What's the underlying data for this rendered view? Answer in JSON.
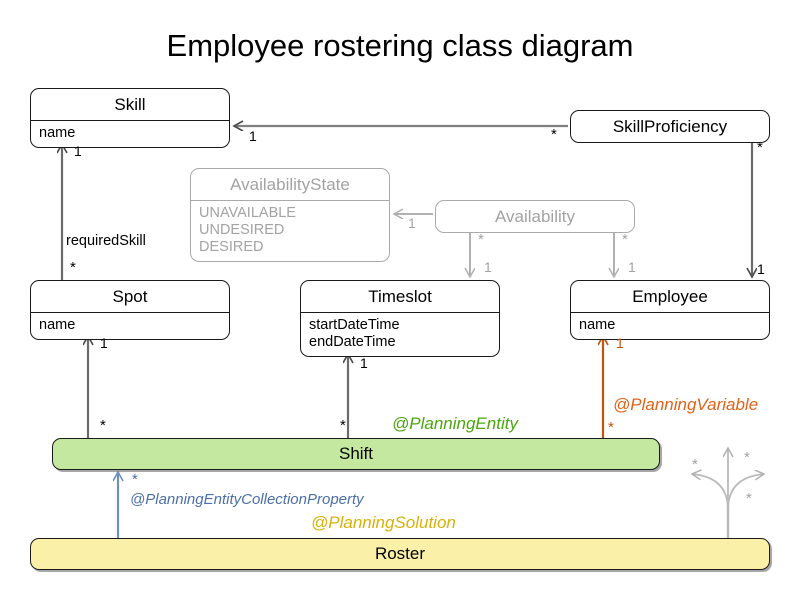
{
  "title": "Employee rostering class diagram",
  "colors": {
    "entity_fill": "#c5e8a0",
    "solution_fill": "#fbf0a8",
    "entity_annotation": "#4ba70f",
    "variable_annotation": "#e2631a",
    "collection_annotation": "#4a6fa8",
    "solution_annotation": "#d9b108",
    "muted_stroke": "#a3a3a3",
    "default_stroke": "#1a1a1a",
    "edge_gray": "#808080",
    "edge_orange": "#c0560f",
    "edge_blue": "#6d8fbf"
  },
  "classes": {
    "skill": {
      "name": "Skill",
      "attributes": [
        "name"
      ]
    },
    "skill_proficiency": {
      "name": "SkillProficiency",
      "attributes": []
    },
    "availability_state": {
      "name": "AvailabilityState",
      "attributes": [
        "UNAVAILABLE",
        "UNDESIRED",
        "DESIRED"
      ]
    },
    "availability": {
      "name": "Availability",
      "attributes": []
    },
    "spot": {
      "name": "Spot",
      "attributes": [
        "name"
      ]
    },
    "timeslot": {
      "name": "Timeslot",
      "attributes": [
        "startDateTime",
        "endDateTime"
      ]
    },
    "employee": {
      "name": "Employee",
      "attributes": [
        "name"
      ]
    },
    "shift": {
      "name": "Shift",
      "attributes": []
    },
    "roster": {
      "name": "Roster",
      "attributes": []
    }
  },
  "annotations": {
    "planning_entity": "@PlanningEntity",
    "planning_variable": "@PlanningVariable",
    "planning_entity_collection_property": "@PlanningEntityCollectionProperty",
    "planning_solution": "@PlanningSolution"
  },
  "roles": {
    "required_skill": "requiredSkill"
  },
  "multiplicities": {
    "skill_from_proficiency_one": "1",
    "skill_from_proficiency_many": "*",
    "skill_from_spot_one": "1",
    "spot_requiredskill_many": "*",
    "availabilitystate_one": "1",
    "availability_to_timeslot_many": "*",
    "availability_to_timeslot_one": "1",
    "availability_to_employee_many": "*",
    "availability_to_employee_one": "1",
    "proficiency_to_employee_many": "*",
    "proficiency_to_employee_one": "1",
    "spot_from_shift_one": "1",
    "spot_from_shift_many": "*",
    "timeslot_from_shift_one": "1",
    "timeslot_from_shift_many": "*",
    "employee_from_shift_one": "1",
    "employee_from_shift_many": "*",
    "shift_from_roster_many": "*",
    "roster_fan_left": "*",
    "roster_fan_up": "*",
    "roster_fan_right": "*"
  }
}
